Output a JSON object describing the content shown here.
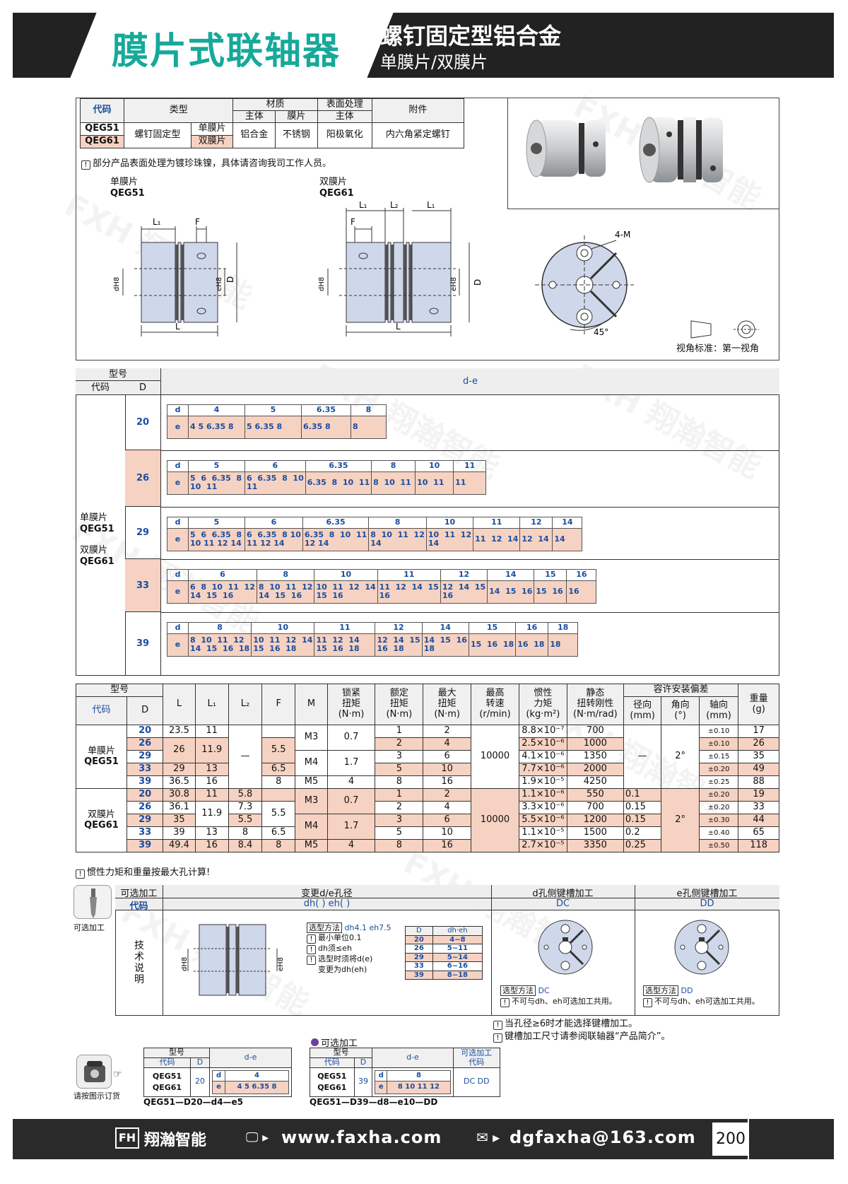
{
  "header": {
    "title": "膜片式联轴器",
    "subtitle1": "螺钉固定型铝合金",
    "subtitle2": "单膜片/双膜片"
  },
  "spec": {
    "h_code": "代码",
    "h_type": "类型",
    "h_material": "材质",
    "h_body": "主体",
    "h_diaphragm": "膜片",
    "h_surface": "表面处理",
    "h_surface_body": "主体",
    "h_accessory": "附件",
    "r1_code": "QEG51",
    "r2_code": "QEG61",
    "type": "螺钉固定型",
    "type1": "单膜片",
    "type2": "双膜片",
    "mat_body": "铝合金",
    "mat_dia": "不锈钢",
    "surface": "阳极氧化",
    "accessory": "内六角紧定螺钉"
  },
  "note1": "部分产品表面处理为镀珍珠镍，具体请咨询我司工作人员。",
  "diagram": {
    "single_label": "单膜片",
    "single_code": "QEG51",
    "double_label": "双膜片",
    "double_code": "QEG61",
    "L1": "L₁",
    "L2": "L₂",
    "F": "F",
    "L": "L",
    "D": "D",
    "dH8": "dH8",
    "eH8": "eH8",
    "m": "4-M",
    "angle": "45°",
    "view": "视角标准：第一视角"
  },
  "de": {
    "h_model": "型号",
    "h_code": "代码",
    "h_D": "D",
    "h_de": "d-e",
    "single_label": "单膜片",
    "single_code": "QEG51",
    "double_label": "双膜片",
    "double_code": "QEG61",
    "rows": [
      {
        "D": "20",
        "cols": [
          [
            "4",
            "4 5 6.35 8"
          ],
          [
            "5",
            "5 6.35 8"
          ],
          [
            "6.35",
            "6.35 8"
          ],
          [
            "8",
            "8"
          ]
        ]
      },
      {
        "D": "26",
        "cols": [
          [
            "5",
            "5  6  6.35  8\n10  11"
          ],
          [
            "6",
            "6  6.35  8  10\n11"
          ],
          [
            "6.35",
            "6.35  8  10  11"
          ],
          [
            "8",
            "8  10  11"
          ],
          [
            "10",
            "10  11"
          ],
          [
            "11",
            "11"
          ]
        ]
      },
      {
        "D": "29",
        "cols": [
          [
            "5",
            "5  6  6.35  8\n10 11 12 14"
          ],
          [
            "6",
            "6  6.35  8 10\n11 12 14"
          ],
          [
            "6.35",
            "6.35  8  10  11\n12 14"
          ],
          [
            "8",
            "8  10  11  12\n14"
          ],
          [
            "10",
            "10  11  12\n14"
          ],
          [
            "11",
            "11  12  14"
          ],
          [
            "12",
            "12  14"
          ],
          [
            "14",
            "14"
          ]
        ]
      },
      {
        "D": "33",
        "cols": [
          [
            "6",
            "6  8  10  11  12\n14  15  16"
          ],
          [
            "8",
            "8  10  11  12\n14  15  16"
          ],
          [
            "10",
            "10  11  12  14\n15  16"
          ],
          [
            "11",
            "11  12  14  15\n16"
          ],
          [
            "12",
            "12  14  15\n16"
          ],
          [
            "14",
            "14  15  16"
          ],
          [
            "15",
            "15  16"
          ],
          [
            "16",
            "16"
          ]
        ]
      },
      {
        "D": "39",
        "cols": [
          [
            "8",
            "8  10  11  12\n14  15  16  18"
          ],
          [
            "10",
            "10  11  12  14\n15  16  18"
          ],
          [
            "11",
            "11  12  14\n15  16  18"
          ],
          [
            "12",
            "12  14  15\n16  18"
          ],
          [
            "14",
            "14  15  16\n18"
          ],
          [
            "15",
            "15  16  18"
          ],
          [
            "16",
            "16  18"
          ],
          [
            "18",
            "18"
          ]
        ]
      }
    ]
  },
  "perf": {
    "h_model": "型号",
    "h_code": "代码",
    "h_D": "D",
    "h_L": "L",
    "h_L1": "L₁",
    "h_L2": "L₂",
    "h_F": "F",
    "h_M": "M",
    "h_lock": "锁紧\n扭矩\n(N·m)",
    "h_rated": "额定\n扭矩\n(N·m)",
    "h_max": "最大\n扭矩\n(N·m)",
    "h_speed": "最高\n转速\n(r/min)",
    "h_inertia": "惯性\n力矩\n(kg·m²)",
    "h_stiff": "静态\n扭转刚性\n(N·m/rad)",
    "h_tol": "容许安装偏差",
    "h_radial": "径向\n(mm)",
    "h_angular": "角向\n(°)",
    "h_axial": "轴向\n(mm)",
    "h_weight": "重量\n(g)",
    "single_label": "单膜片",
    "single_code": "QEG51",
    "double_label": "双膜片",
    "double_code": "QEG61",
    "s": {
      "D": [
        "20",
        "26",
        "29",
        "33",
        "39"
      ],
      "L": [
        "23.5",
        "26",
        "29",
        "36.5"
      ],
      "L1": [
        "11",
        "11.9",
        "13",
        "16"
      ],
      "L2": "—",
      "F": [
        "5.5",
        "6.5",
        "8"
      ],
      "M": [
        "M3",
        "M4",
        "M5"
      ],
      "lock": [
        "0.7",
        "1.7",
        "4"
      ],
      "rated": [
        "1",
        "2",
        "3",
        "5",
        "8"
      ],
      "max": [
        "2",
        "4",
        "6",
        "10",
        "16"
      ],
      "speed": "10000",
      "inertia": [
        "8.8×10⁻⁷",
        "2.5×10⁻⁶",
        "4.1×10⁻⁶",
        "7.7×10⁻⁶",
        "1.9×10⁻⁵"
      ],
      "stiff": [
        "700",
        "1000",
        "1350",
        "2000",
        "4250"
      ],
      "radial": "—",
      "angular": "2°",
      "axial": [
        "±0.10",
        "±0.10",
        "±0.15",
        "±0.20",
        "±0.25"
      ],
      "weight": [
        "17",
        "26",
        "35",
        "49",
        "88"
      ]
    },
    "d": {
      "D": [
        "20",
        "26",
        "29",
        "33",
        "39"
      ],
      "L": [
        "30.8",
        "36.1",
        "35",
        "39",
        "49.4"
      ],
      "L1": [
        "11",
        "11.9",
        "13",
        "16"
      ],
      "L2": [
        "5.8",
        "7.3",
        "5.5",
        "8",
        "8.4"
      ],
      "F": [
        "5.5",
        "6.5",
        "8"
      ],
      "M": [
        "M3",
        "M4",
        "M5"
      ],
      "lock": [
        "0.7",
        "1.7",
        "4"
      ],
      "rated": [
        "1",
        "2",
        "3",
        "5",
        "8"
      ],
      "max": [
        "2",
        "4",
        "6",
        "10",
        "16"
      ],
      "speed": "10000",
      "inertia": [
        "1.1×10⁻⁶",
        "3.3×10⁻⁶",
        "5.5×10⁻⁶",
        "1.1×10⁻⁵",
        "2.7×10⁻⁵"
      ],
      "stiff": [
        "550",
        "700",
        "1200",
        "1500",
        "3350"
      ],
      "radial": [
        "0.1",
        "0.15",
        "0.15",
        "0.2",
        "0.25"
      ],
      "angular": "2°",
      "axial": [
        "±0.20",
        "±0.20",
        "±0.30",
        "±0.40",
        "±0.50"
      ],
      "weight": [
        "19",
        "33",
        "44",
        "65",
        "118"
      ]
    }
  },
  "note2": "惯性力矩和重量按最大孔计算!",
  "opt": {
    "icon_label": "可选加工",
    "h_opt": "可选加工",
    "h_code": "代码",
    "h_change": "变更d/e孔径",
    "change_code": "dh(  )  eh(  )",
    "h_dc": "d孔侧键槽加工",
    "dc": "DC",
    "h_dd": "e孔侧键槽加工",
    "dd": "DD",
    "tech": "技术说明",
    "sel": "选型方法",
    "sel_example": "dh4.1  eh7.5",
    "n1": "最小单位0.1",
    "n2": "dh须≤eh",
    "n3": "选型时须将d(e)",
    "n3b": "变更为dh(eh)",
    "mini_h_D": "D",
    "mini_h_dheh": "dh·eh",
    "mini": [
      [
        "20",
        "4~8"
      ],
      [
        "26",
        "5~11"
      ],
      [
        "29",
        "5~14"
      ],
      [
        "33",
        "6~16"
      ],
      [
        "39",
        "8~18"
      ]
    ],
    "dc_sel": "选型方法",
    "dc_code": "DC",
    "dc_note": "不可与dh、eh可选加工共用。",
    "dd_sel": "选型方法",
    "dd_code": "DD",
    "dd_note": "不可与dh、eh可选加工共用。",
    "k1": "当孔径≥6时才能选择键槽加工。",
    "k2": "键槽加工尺寸请参阅联轴器“产品简介”。"
  },
  "order": {
    "phone_label": "请按图示订货",
    "opt_title": "可选加工",
    "e1": {
      "h_model": "型号",
      "h_code": "代码",
      "h_D": "D",
      "h_de": "d-e",
      "c1": "QEG51",
      "c2": "QEG61",
      "D": "20",
      "d": "d",
      "dv": "4",
      "e": "e",
      "ev": "4  5  6.35  8",
      "example": "QEG51—D20—d4—e5"
    },
    "e2": {
      "h_model": "型号",
      "h_code": "代码",
      "h_D": "D",
      "h_de": "d-e",
      "h_opt": "可选加工\n代码",
      "c1": "QEG51",
      "c2": "QEG61",
      "D": "39",
      "d": "d",
      "dv": "8",
      "e": "e",
      "ev": "8  10  11  12",
      "opt": "DC  DD",
      "example": "QEG51—D39—d8—e10—DD"
    }
  },
  "footer": {
    "brand": "翔瀚智能",
    "web": "www.faxha.com",
    "email": "dgfaxha@163.com",
    "page": "200"
  }
}
